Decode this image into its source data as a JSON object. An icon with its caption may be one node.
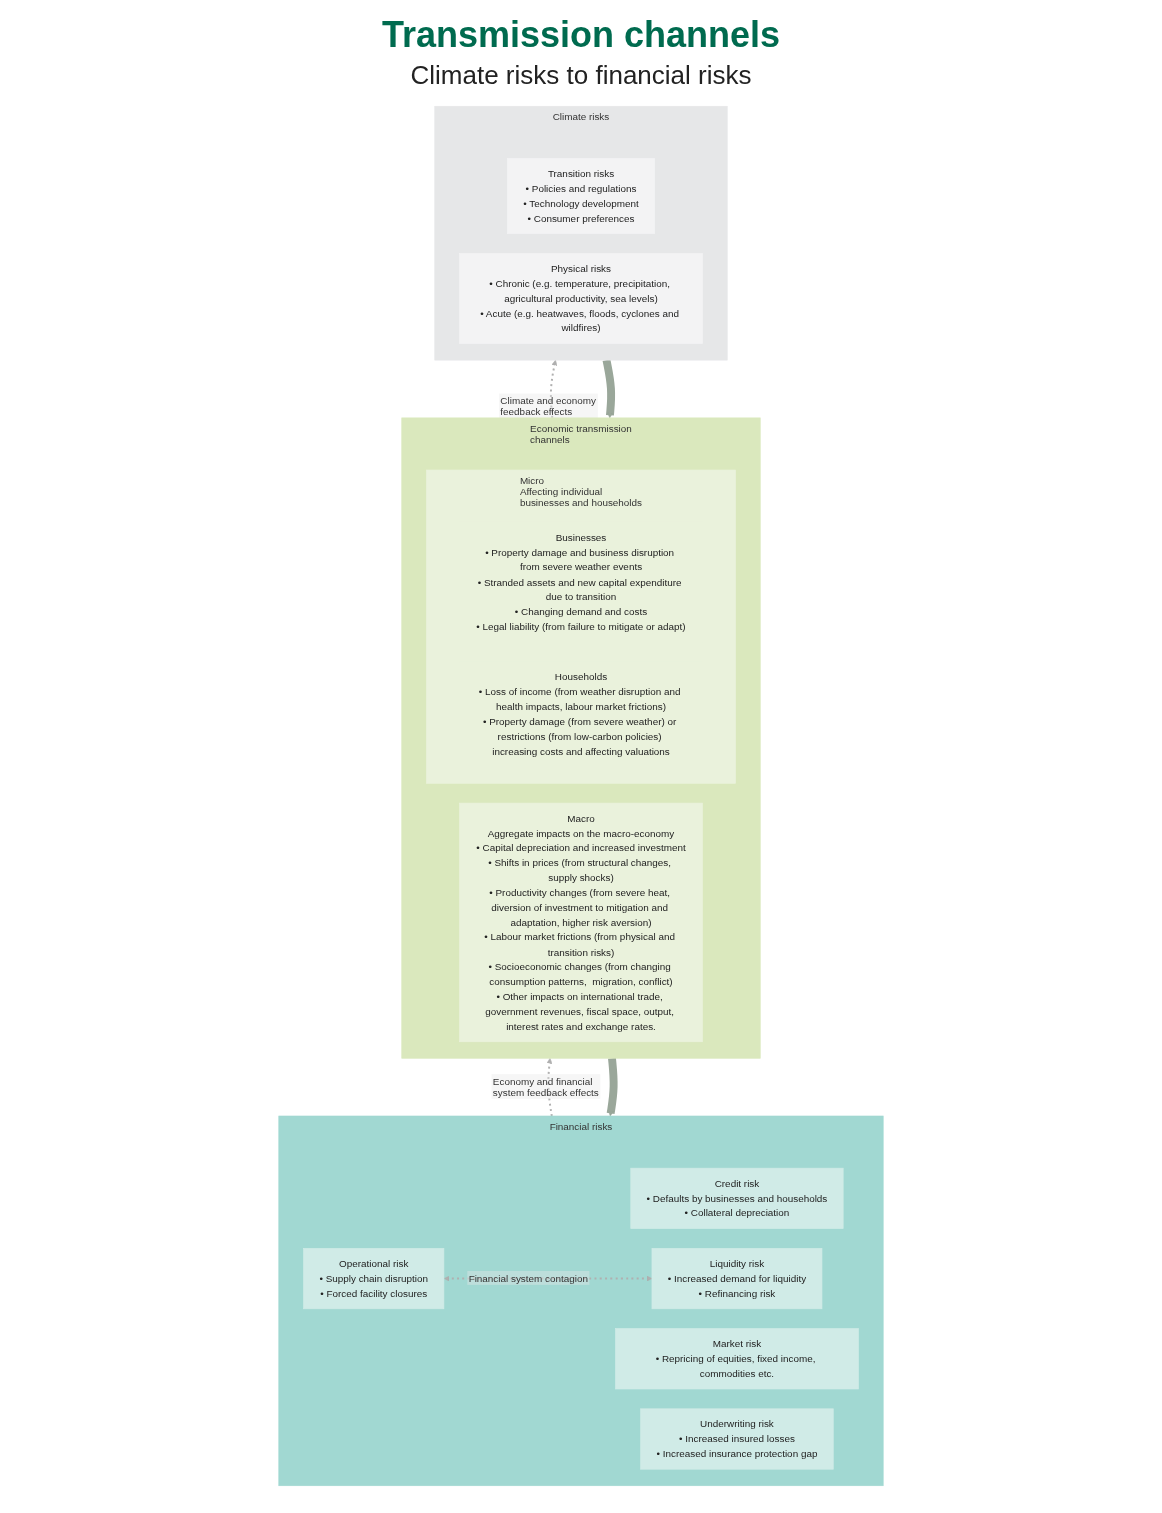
{
  "diagram": {
    "title": "Transmission channels",
    "caption": "Climate risks to financial risks",
    "nodes": [
      {
        "text": [
          "Climate risks"
        ]
      },
      {
        "text": [
          "Transition risks",
          "• Policies and regulations",
          "• Technology development",
          "• Consumer preferences"
        ],
        "in": 0
      },
      {
        "text": [
          "Physical risks",
          "• Chronic (e.g. temperature, precipitation, agricultural productivity, sea levels)",
          "• Acute (e.g. heatwaves, floods, cyclones and wildfires)"
        ],
        "in": 0
      },
      {
        "text": [
          "Economic transmission channels"
        ]
      },
      {
        "text": [
          "Micro",
          "Affecting individual businesses and households"
        ],
        "in": 3
      },
      {
        "text": [
          "Businesses",
          "• Property damage and business disruption from severe weather events",
          "• Stranded assets and new capital expenditure due to transition",
          "• Changing demand and costs",
          "• Legal liability (from failure to mitigate or adapt)"
        ],
        "in": 4
      },
      {
        "text": [
          "Households",
          "• Loss of income (from weather disruption and health impacts, labour market frictions)",
          "• Property damage (from severe weather) or restrictions (from low-carbon policies) increasing costs and affecting valuations"
        ],
        "in": 4
      },
      {
        "text": [
          "Macro",
          "Aggregate impacts on the macro-economy",
          "• Capital depreciation and increased investment",
          "• Shifts in prices (from structural changes, supply shocks)",
          "• Productivity changes (from severe heat, diversion of investment to mitigation and adaptation, higher risk aversion)",
          "• Labour market frictions (from physical and transition risks)",
          "• Socioeconomic changes (from changing consumption patterns,  migration, conflict)",
          "• Other impacts on international trade, government revenues, fiscal space, output, interest rates and exchange rates."
        ],
        "in": 3
      },
      {
        "text": [
          "Financial risks"
        ]
      },
      {
        "text": [
          "Credit risk",
          "• Defaults by businesses and households",
          "• Collateral depreciation"
        ],
        "in": 8
      },
      {
        "text": [
          "Market risk",
          "• Repricing of equities, fixed income, commodities etc."
        ],
        "in": 8
      },
      {
        "text": [
          "Underwriting risk",
          "• Increased insured losses",
          "• Increased insurance protection gap"
        ],
        "in": 8
      },
      {
        "text": [
          "Operational risk",
          "• Supply chain disruption",
          "• Forced facility closures"
        ],
        "in": 8
      },
      {
        "text": [
          "Liquidity risk",
          "• Increased demand for liquidity",
          "• Refinancing risk"
        ],
        "in": 8
      }
    ],
    "edges": [
      {
        "from": 0,
        "to": 3,
        "arrow": "to",
        "style": "thick"
      },
      {
        "from": 3,
        "to": 8,
        "arrow": "to",
        "style": "thick"
      },
      {
        "from": 3,
        "to": 0,
        "arrow": "to",
        "style": "dashed",
        "label": "Climate and economy feedback effects"
      },
      {
        "from": 8,
        "to": 3,
        "arrow": "to",
        "style": "dashed",
        "label": "Economy and financial system feedback effects"
      },
      {
        "from": 12,
        "to": 13,
        "arrow": "both",
        "style": "dashed",
        "label": "Financial system contagion"
      }
    ]
  }
}
